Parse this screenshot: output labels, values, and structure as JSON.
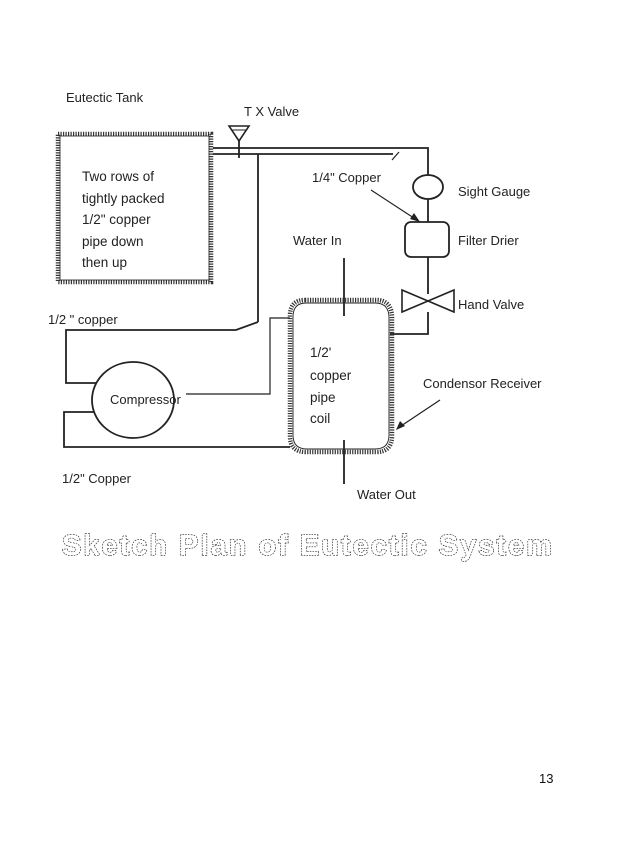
{
  "diagram": {
    "title": "Sketch Plan of Eutectic System",
    "page_number": "13",
    "labels": {
      "eutectic_tank": "Eutectic Tank",
      "tx_valve": "T X Valve",
      "quarter_copper": "1/4\" Copper",
      "sight_gauge": "Sight Gauge",
      "filter_drier": "Filter Drier",
      "hand_valve": "Hand Valve",
      "water_in": "Water In",
      "water_out": "Water Out",
      "half_copper_upper": "1/2 \" copper",
      "half_copper_lower": "1/2\" Copper",
      "compressor": "Compressor",
      "condensor_receiver": "Condensor Receiver"
    },
    "tank_text": [
      "Two rows of",
      "tightly packed",
      "1/2\" copper",
      "pipe down",
      "then up"
    ],
    "coil_text": [
      "1/2'",
      "copper",
      "pipe",
      "coil"
    ]
  }
}
